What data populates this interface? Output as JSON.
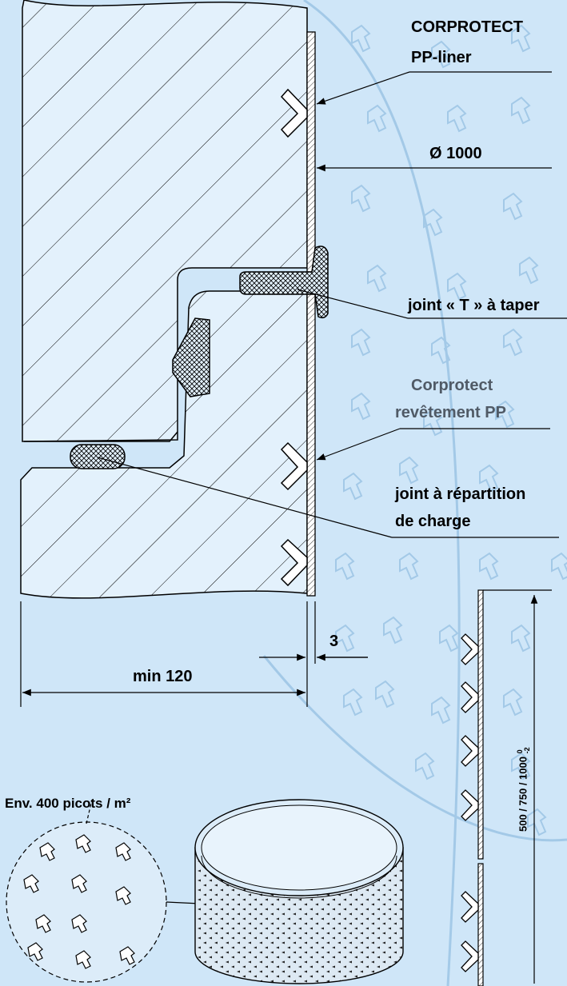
{
  "labels": {
    "liner_title": "CORPROTECT",
    "liner_sub": "PP-liner",
    "diameter": "Ø 1000",
    "t_joint": "joint « T » à taper",
    "coating_title": "Corprotect",
    "coating_sub": "revêtement PP",
    "load_joint_line1": "joint à répartition",
    "load_joint_line2": "de charge",
    "thickness": "3",
    "min_width": "min 120",
    "heights": "500 / 750 / 1000",
    "tolerance_upper": "0",
    "tolerance_lower": "-2",
    "studs": "Env. 400 picots / m²"
  },
  "colors": {
    "background": "#cfe6f8",
    "watermark": "#9fc6e6",
    "concrete_fill": "#e3f1fc",
    "line": "#000000",
    "grey_text": "#505a66"
  },
  "watermark_icon": "stud-anchor-icon"
}
